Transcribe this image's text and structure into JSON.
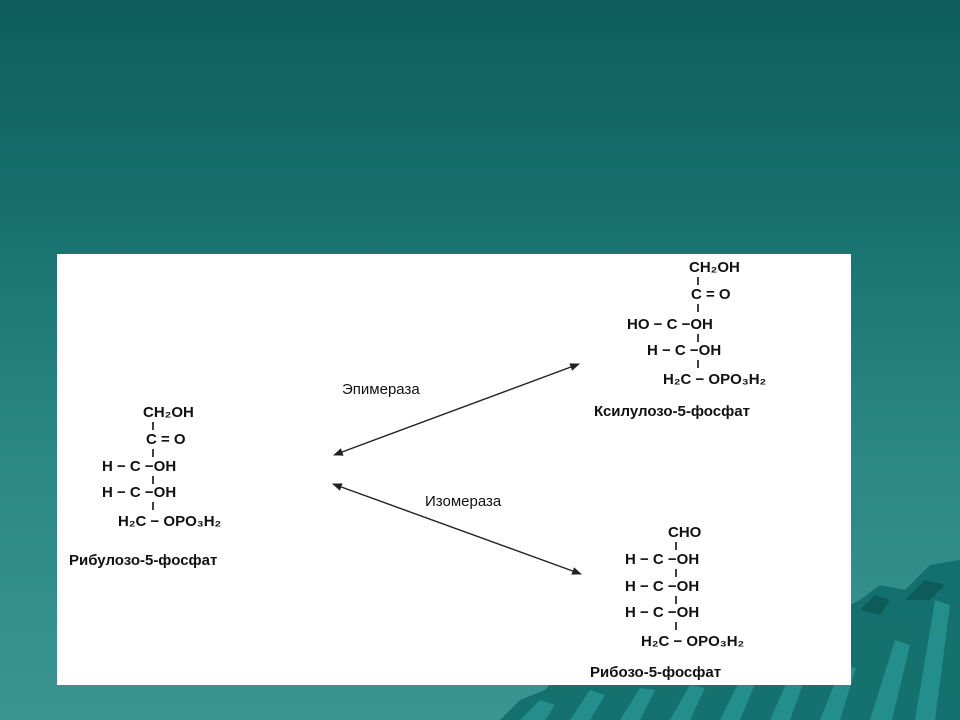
{
  "background": {
    "top_color": "#0d5e5c",
    "bottom_color": "#3a9592",
    "decoration": "wave-pattern"
  },
  "ribulose": {
    "row1": "CH₂OH",
    "row2": "C = O",
    "row3": "H − C −OH",
    "row4": "H − C −OH",
    "row5": "H₂C − OPO₃H₂",
    "name": "Рибулозо-5-фосфат"
  },
  "xylulose": {
    "row1": "CH₂OH",
    "row2": "C = O",
    "row3": "HO − C −OH",
    "row4": "H − C −OH",
    "row5": "H₂C − OPO₃H₂",
    "name": "Ксилулозо-5-фосфат"
  },
  "ribose": {
    "row1": "CHO",
    "row2": "H − C −OH",
    "row3": "H − C −OH",
    "row4": "H − C −OH",
    "row5": "H₂C − OPO₃H₂",
    "name": "Рибозо-5-фосфат"
  },
  "enzymes": {
    "epimerase": "Эпимераза",
    "isomerase": "Изомераза"
  }
}
